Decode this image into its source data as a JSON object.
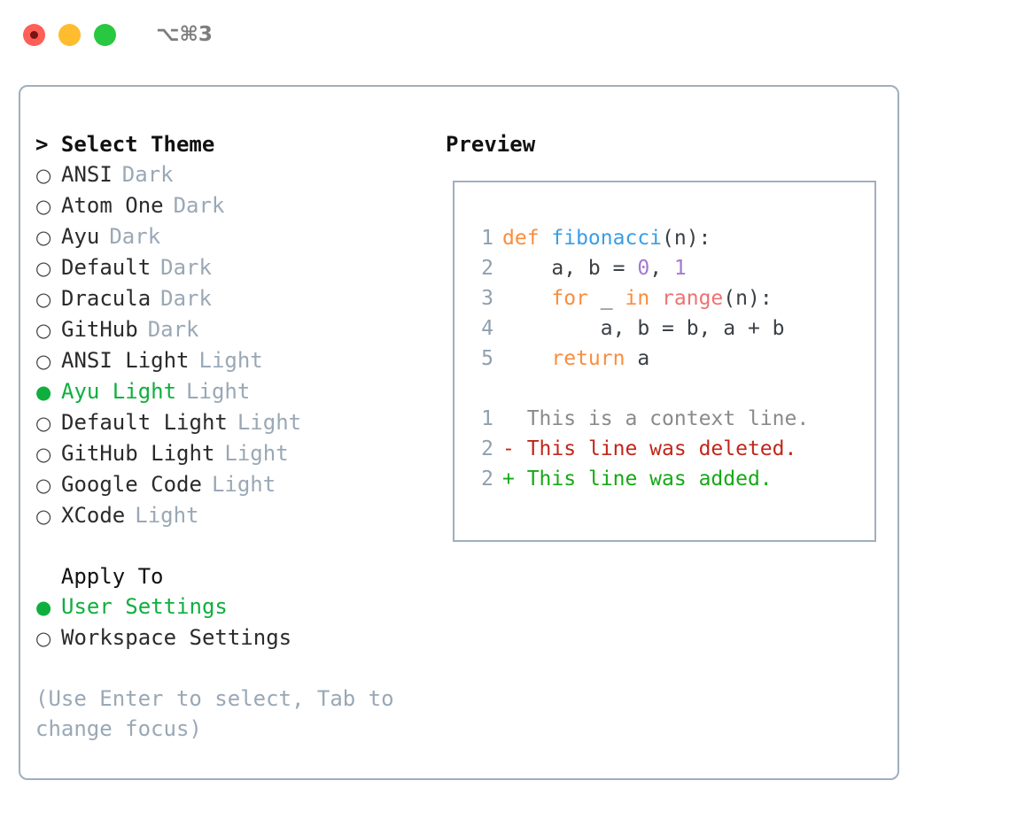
{
  "window": {
    "shortcut": "⌥⌘3",
    "traffic_lights": [
      "close",
      "minimize",
      "maximize"
    ]
  },
  "theme_picker": {
    "header": "> Select Theme",
    "options": [
      {
        "bullet": "○",
        "label": "ANSI",
        "badge": "Dark",
        "selected": false
      },
      {
        "bullet": "○",
        "label": "Atom One",
        "badge": "Dark",
        "selected": false
      },
      {
        "bullet": "○",
        "label": "Ayu",
        "badge": "Dark",
        "selected": false
      },
      {
        "bullet": "○",
        "label": "Default",
        "badge": "Dark",
        "selected": false
      },
      {
        "bullet": "○",
        "label": "Dracula",
        "badge": "Dark",
        "selected": false
      },
      {
        "bullet": "○",
        "label": "GitHub",
        "badge": "Dark",
        "selected": false
      },
      {
        "bullet": "○",
        "label": "ANSI Light",
        "badge": "Light",
        "selected": false
      },
      {
        "bullet": "●",
        "label": "Ayu Light",
        "badge": "Light",
        "selected": true
      },
      {
        "bullet": "○",
        "label": "Default Light",
        "badge": "Light",
        "selected": false
      },
      {
        "bullet": "○",
        "label": "GitHub Light",
        "badge": "Light",
        "selected": false
      },
      {
        "bullet": "○",
        "label": "Google Code",
        "badge": "Light",
        "selected": false
      },
      {
        "bullet": "○",
        "label": "XCode",
        "badge": "Light",
        "selected": false
      }
    ]
  },
  "apply_to": {
    "header": "  Apply To",
    "options": [
      {
        "bullet": "●",
        "label": "User Settings",
        "selected": true
      },
      {
        "bullet": "○",
        "label": "Workspace Settings",
        "selected": false
      }
    ]
  },
  "hint": "(Use Enter to select, Tab to change focus)",
  "preview": {
    "title": "Preview",
    "code_lines": [
      {
        "lineno": "1",
        "tokens": [
          {
            "text": "def ",
            "type": "kw"
          },
          {
            "text": "fibonacci",
            "type": "fn"
          },
          {
            "text": "(n):",
            "type": "plain"
          }
        ]
      },
      {
        "lineno": "2",
        "tokens": [
          {
            "text": "    a, b = ",
            "type": "plain"
          },
          {
            "text": "0",
            "type": "num"
          },
          {
            "text": ", ",
            "type": "plain"
          },
          {
            "text": "1",
            "type": "num"
          }
        ]
      },
      {
        "lineno": "3",
        "tokens": [
          {
            "text": "    ",
            "type": "plain"
          },
          {
            "text": "for",
            "type": "kw"
          },
          {
            "text": " _ ",
            "type": "plain"
          },
          {
            "text": "in",
            "type": "kw"
          },
          {
            "text": " ",
            "type": "plain"
          },
          {
            "text": "range",
            "type": "err"
          },
          {
            "text": "(n):",
            "type": "plain"
          }
        ]
      },
      {
        "lineno": "4",
        "tokens": [
          {
            "text": "        a, b = b, a + b",
            "type": "plain"
          }
        ]
      },
      {
        "lineno": "5",
        "tokens": [
          {
            "text": "    ",
            "type": "plain"
          },
          {
            "text": "return",
            "type": "kw"
          },
          {
            "text": " a",
            "type": "plain"
          }
        ]
      }
    ],
    "diff_lines": [
      {
        "lineno": "1",
        "marker": "  ",
        "text": "This is a context line.",
        "kind": "context"
      },
      {
        "lineno": "2",
        "marker": "- ",
        "text": "This line was deleted.",
        "kind": "deleted"
      },
      {
        "lineno": "2",
        "marker": "+ ",
        "text": "This line was added.",
        "kind": "added"
      }
    ]
  },
  "colors": {
    "accent_green": "#0FAF3E",
    "border": "#9FAFBF",
    "muted": "#9AA8B6",
    "keyword": "#FA8D3E",
    "function": "#399EE6",
    "number": "#A37ACC",
    "error": "#F07171",
    "diff_deleted": "#C2261A",
    "diff_added": "#16A916"
  }
}
